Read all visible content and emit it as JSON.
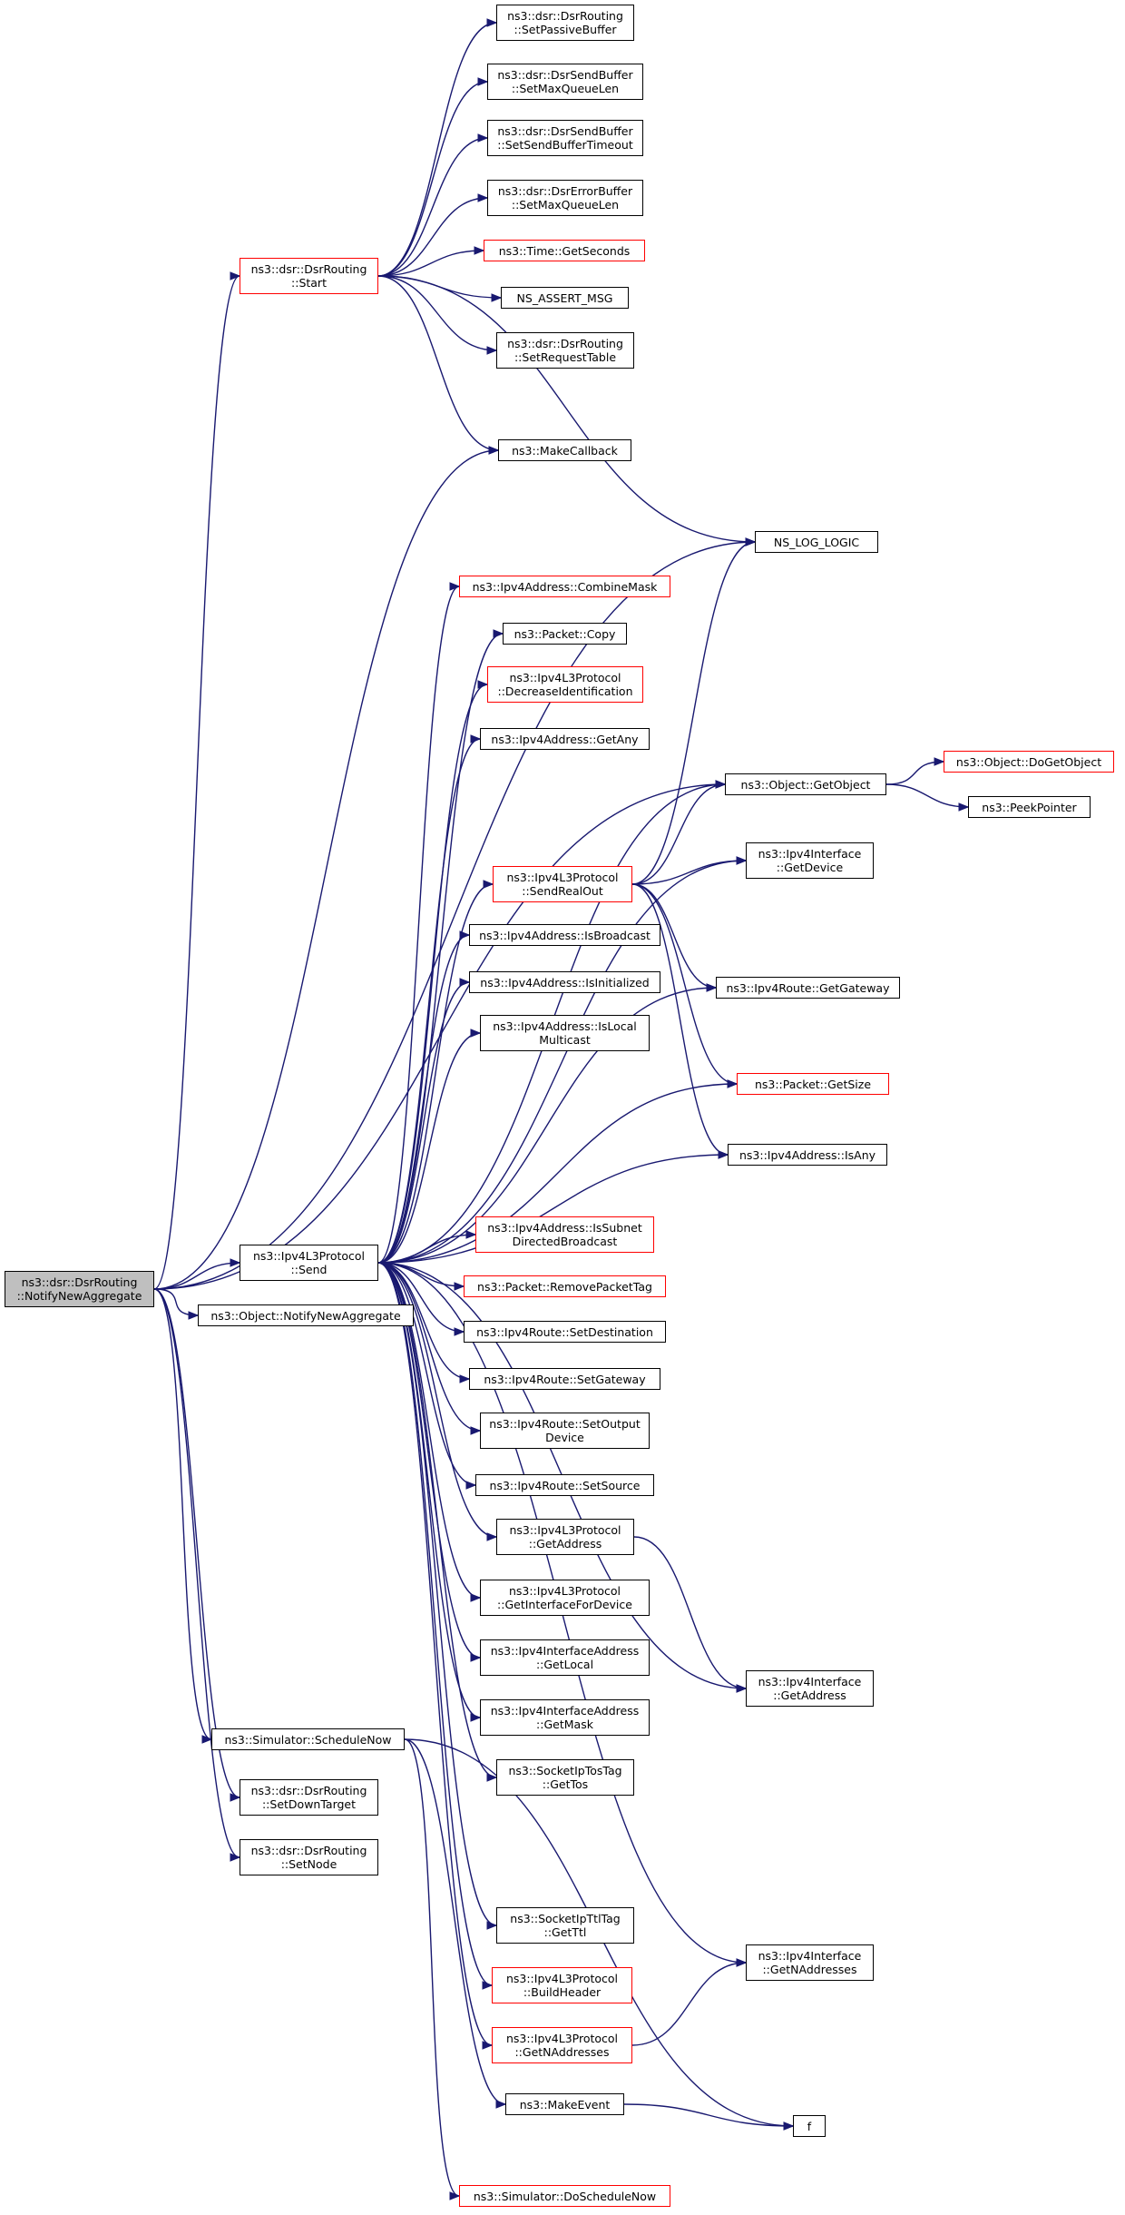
{
  "colors": {
    "edge": "#191970",
    "red_border": "#ff0000",
    "black_border": "#000000",
    "root_fill": "#bfbfbf"
  },
  "nodes": {
    "root": "ns3::dsr::DsrRouting\n::NotifyNewAggregate",
    "start": "ns3::dsr::DsrRouting\n::Start",
    "setPassiveBuffer": "ns3::dsr::DsrRouting\n::SetPassiveBuffer",
    "sendBufMaxQueueLen": "ns3::dsr::DsrSendBuffer\n::SetMaxQueueLen",
    "sendBufTimeout": "ns3::dsr::DsrSendBuffer\n::SetSendBufferTimeout",
    "errBufMaxQueueLen": "ns3::dsr::DsrErrorBuffer\n::SetMaxQueueLen",
    "timeGetSeconds": "ns3::Time::GetSeconds",
    "nsAssertMsg": "NS_ASSERT_MSG",
    "setRequestTable": "ns3::dsr::DsrRouting\n::SetRequestTable",
    "makeCallback": "ns3::MakeCallback",
    "nsLogLogic": "NS_LOG_LOGIC",
    "combineMask": "ns3::Ipv4Address::CombineMask",
    "packetCopy": "ns3::Packet::Copy",
    "decreaseId": "ns3::Ipv4L3Protocol\n::DecreaseIdentification",
    "getAny": "ns3::Ipv4Address::GetAny",
    "getObject": "ns3::Object::GetObject",
    "doGetObject": "ns3::Object::DoGetObject",
    "peekPointer": "ns3::PeekPointer",
    "ifaceGetDevice": "ns3::Ipv4Interface\n::GetDevice",
    "sendRealOut": "ns3::Ipv4L3Protocol\n::SendRealOut",
    "isBroadcast": "ns3::Ipv4Address::IsBroadcast",
    "isInitialized": "ns3::Ipv4Address::IsInitialized",
    "isLocalMulticast": "ns3::Ipv4Address::IsLocal\nMulticast",
    "routeGetGateway": "ns3::Ipv4Route::GetGateway",
    "packetGetSize": "ns3::Packet::GetSize",
    "isAny": "ns3::Ipv4Address::IsAny",
    "send": "ns3::Ipv4L3Protocol\n::Send",
    "isSubnetDirected": "ns3::Ipv4Address::IsSubnet\nDirectedBroadcast",
    "removePacketTag": "ns3::Packet::RemovePacketTag",
    "objNotifyNewAggregate": "ns3::Object::NotifyNewAggregate",
    "setDestination": "ns3::Ipv4Route::SetDestination",
    "setGateway": "ns3::Ipv4Route::SetGateway",
    "setOutputDevice": "ns3::Ipv4Route::SetOutput\nDevice",
    "setSource": "ns3::Ipv4Route::SetSource",
    "l3GetAddress": "ns3::Ipv4L3Protocol\n::GetAddress",
    "getIfaceForDevice": "ns3::Ipv4L3Protocol\n::GetInterfaceForDevice",
    "ifaceAddrGetLocal": "ns3::Ipv4InterfaceAddress\n::GetLocal",
    "ifaceGetAddress": "ns3::Ipv4Interface\n::GetAddress",
    "ifaceAddrGetMask": "ns3::Ipv4InterfaceAddress\n::GetMask",
    "scheduleNow": "ns3::Simulator::ScheduleNow",
    "getTos": "ns3::SocketIpTosTag\n::GetTos",
    "setDownTarget": "ns3::dsr::DsrRouting\n::SetDownTarget",
    "setNode": "ns3::dsr::DsrRouting\n::SetNode",
    "getTtl": "ns3::SocketIpTtlTag\n::GetTtl",
    "ifaceGetNAddresses": "ns3::Ipv4Interface\n::GetNAddresses",
    "buildHeader": "ns3::Ipv4L3Protocol\n::BuildHeader",
    "l3GetNAddresses": "ns3::Ipv4L3Protocol\n::GetNAddresses",
    "makeEvent": "ns3::MakeEvent",
    "f": "f",
    "doScheduleNow": "ns3::Simulator::DoScheduleNow"
  },
  "red_nodes": [
    "start",
    "timeGetSeconds",
    "combineMask",
    "decreaseId",
    "doGetObject",
    "sendRealOut",
    "packetGetSize",
    "isSubnetDirected",
    "removePacketTag",
    "buildHeader",
    "l3GetNAddresses",
    "doScheduleNow"
  ],
  "edges": [
    [
      "root",
      "start"
    ],
    [
      "root",
      "makeCallback"
    ],
    [
      "root",
      "nsLogLogic"
    ],
    [
      "root",
      "getObject"
    ],
    [
      "root",
      "send"
    ],
    [
      "root",
      "objNotifyNewAggregate"
    ],
    [
      "root",
      "scheduleNow"
    ],
    [
      "root",
      "setDownTarget"
    ],
    [
      "root",
      "setNode"
    ],
    [
      "start",
      "setPassiveBuffer"
    ],
    [
      "start",
      "sendBufMaxQueueLen"
    ],
    [
      "start",
      "sendBufTimeout"
    ],
    [
      "start",
      "errBufMaxQueueLen"
    ],
    [
      "start",
      "timeGetSeconds"
    ],
    [
      "start",
      "nsAssertMsg"
    ],
    [
      "start",
      "setRequestTable"
    ],
    [
      "start",
      "makeCallback"
    ],
    [
      "start",
      "nsLogLogic"
    ],
    [
      "getObject",
      "doGetObject"
    ],
    [
      "getObject",
      "peekPointer"
    ],
    [
      "sendRealOut",
      "nsLogLogic"
    ],
    [
      "sendRealOut",
      "getObject"
    ],
    [
      "sendRealOut",
      "ifaceGetDevice"
    ],
    [
      "sendRealOut",
      "routeGetGateway"
    ],
    [
      "sendRealOut",
      "packetGetSize"
    ],
    [
      "sendRealOut",
      "isAny"
    ],
    [
      "send",
      "combineMask"
    ],
    [
      "send",
      "packetCopy"
    ],
    [
      "send",
      "decreaseId"
    ],
    [
      "send",
      "getAny"
    ],
    [
      "send",
      "getObject"
    ],
    [
      "send",
      "ifaceGetDevice"
    ],
    [
      "send",
      "sendRealOut"
    ],
    [
      "send",
      "isBroadcast"
    ],
    [
      "send",
      "isInitialized"
    ],
    [
      "send",
      "isLocalMulticast"
    ],
    [
      "send",
      "routeGetGateway"
    ],
    [
      "send",
      "packetGetSize"
    ],
    [
      "send",
      "isAny"
    ],
    [
      "send",
      "isSubnetDirected"
    ],
    [
      "send",
      "removePacketTag"
    ],
    [
      "send",
      "setDestination"
    ],
    [
      "send",
      "setGateway"
    ],
    [
      "send",
      "setOutputDevice"
    ],
    [
      "send",
      "setSource"
    ],
    [
      "send",
      "l3GetAddress"
    ],
    [
      "send",
      "getIfaceForDevice"
    ],
    [
      "send",
      "ifaceAddrGetLocal"
    ],
    [
      "send",
      "ifaceAddrGetMask"
    ],
    [
      "send",
      "getTos"
    ],
    [
      "send",
      "getTtl"
    ],
    [
      "send",
      "buildHeader"
    ],
    [
      "send",
      "l3GetNAddresses"
    ],
    [
      "send",
      "ifaceGetAddress"
    ],
    [
      "send",
      "ifaceGetNAddresses"
    ],
    [
      "l3GetAddress",
      "ifaceGetAddress"
    ],
    [
      "l3GetNAddresses",
      "ifaceGetNAddresses"
    ],
    [
      "scheduleNow",
      "makeEvent"
    ],
    [
      "scheduleNow",
      "f"
    ],
    [
      "scheduleNow",
      "doScheduleNow"
    ],
    [
      "makeEvent",
      "f"
    ]
  ]
}
